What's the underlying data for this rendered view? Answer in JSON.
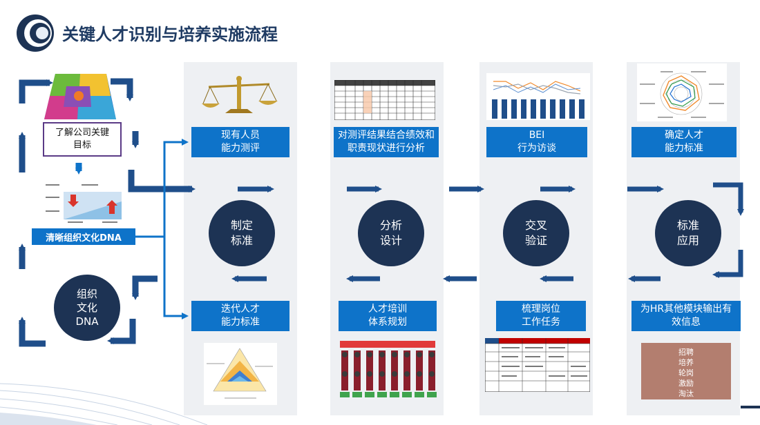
{
  "title": "关键人才识别与培养实施流程",
  "left": {
    "goal_box": [
      "了解公司关键",
      "目标"
    ],
    "dna_label": "清晰组织文化DNA",
    "dna_circle": [
      "组织",
      "文化",
      "DNA"
    ]
  },
  "columns": [
    {
      "top_label": [
        "现有人员",
        "能力测评"
      ],
      "circle": [
        "制定",
        "标准"
      ],
      "bottom_label": [
        "迭代人才",
        "能力标准"
      ]
    },
    {
      "top_label": [
        "对测评结果结合绩效和",
        "职责现状进行分析"
      ],
      "circle": [
        "分析",
        "设计"
      ],
      "bottom_label": [
        "人才培训",
        "体系规划"
      ]
    },
    {
      "top_label": [
        "BEI",
        "行为访谈"
      ],
      "circle": [
        "交叉",
        "验证"
      ],
      "bottom_label": [
        "梳理岗位",
        "工作任务"
      ]
    },
    {
      "top_label": [
        "确定人才",
        "能力标准"
      ],
      "circle": [
        "标准",
        "应用"
      ],
      "bottom_label": [
        "为HR其他模块输出有",
        "效信息"
      ]
    }
  ],
  "outputs": [
    "招聘",
    "培养",
    "轮岗",
    "激励",
    "淘汰"
  ],
  "colors": {
    "blue": "#0e73c9",
    "navy": "#1d3354",
    "arrow": "#1f4e8a",
    "panel": "#eef0f3",
    "output": "#b37e6f"
  }
}
